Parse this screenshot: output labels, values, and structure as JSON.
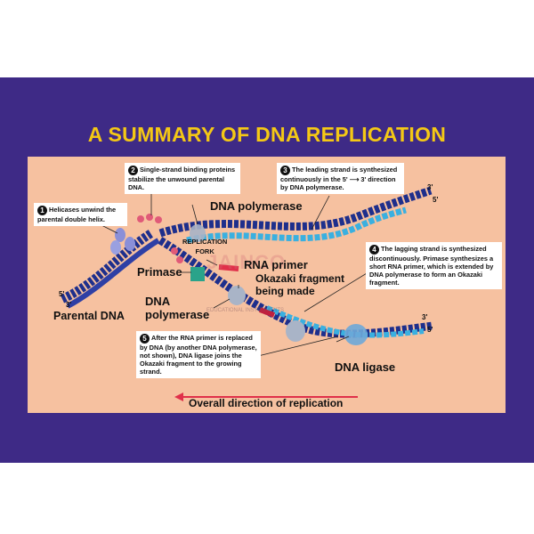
{
  "title": "A SUMMARY OF DNA REPLICATION",
  "notes": [
    {
      "num": "1",
      "text": "Helicases unwind the parental double helix."
    },
    {
      "num": "2",
      "text": "Single-strand binding proteins stabilize the unwound parental DNA."
    },
    {
      "num": "3",
      "text": "The leading strand is synthesized continuously in the 5' ⟶ 3' direction by DNA polymerase."
    },
    {
      "num": "4",
      "text": "The lagging strand is synthesized discontinuously. Primase synthesizes a short RNA primer, which is extended by DNA polymerase to form an Okazaki fragment."
    },
    {
      "num": "5",
      "text": "After the RNA primer is replaced by DNA (by another DNA polymerase, not shown), DNA ligase joins the Okazaki fragment to the growing strand."
    }
  ],
  "labels": {
    "dna_polymerase_top": "DNA polymerase",
    "replication_fork": "REPLICATION\nFORK",
    "rna_primer": "RNA primer",
    "primase": "Primase",
    "okazaki": "Okazaki fragment\nbeing made",
    "dna_polymerase_lower": "DNA\npolymerase",
    "parental_dna": "Parental DNA",
    "dna_ligase": "DNA ligase",
    "direction": "Overall direction of replication"
  },
  "strand_ends": {
    "left_5": "5'",
    "left_3": "3'",
    "top_3": "3'",
    "top_5": "5'",
    "bottom_3": "3'",
    "bottom_5": "5'"
  },
  "watermark": {
    "brand": "JAINCO",
    "sub": "EDUCATIONAL INSTRUMENTS"
  },
  "colors": {
    "board": "#3e2a86",
    "title": "#f4c815",
    "panel": "#f6c1a0",
    "strand": "#1e2f8c",
    "new_strand": "#3ab0e0",
    "arrow": "#e0304a"
  }
}
